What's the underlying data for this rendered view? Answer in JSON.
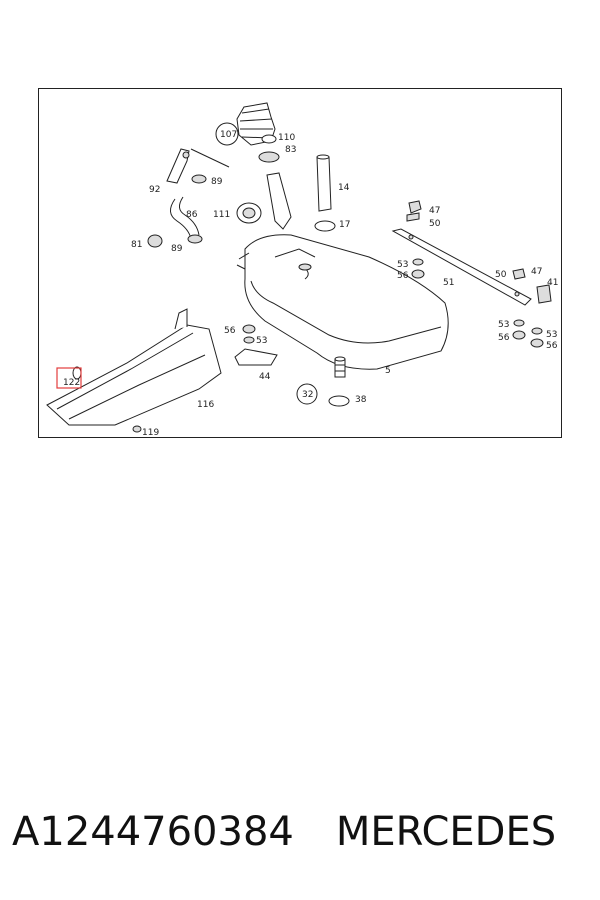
{
  "diagram": {
    "callouts": {
      "c107": "107",
      "c110": "110",
      "c83": "83",
      "c92": "92",
      "c89a": "89",
      "c14": "14",
      "c86": "86",
      "c111": "111",
      "c17": "17",
      "c81": "81",
      "c89b": "89",
      "c47a": "47",
      "c50a": "50",
      "c53a": "53",
      "c56a": "56",
      "c51": "51",
      "c50b": "50",
      "c47b": "47",
      "c41": "41",
      "c53b": "53",
      "c53c": "53",
      "c56b": "56",
      "c56c": "56",
      "c56d": "56",
      "c53d": "53",
      "c5": "5",
      "c44": "44",
      "c122": "122",
      "c116": "116",
      "c32": "32",
      "c38": "38",
      "c119": "119"
    }
  },
  "footer": {
    "part_number": "A1244760384",
    "brand": "MERCEDES"
  },
  "colors": {
    "highlight": "#e23c3c",
    "line": "#222222"
  }
}
